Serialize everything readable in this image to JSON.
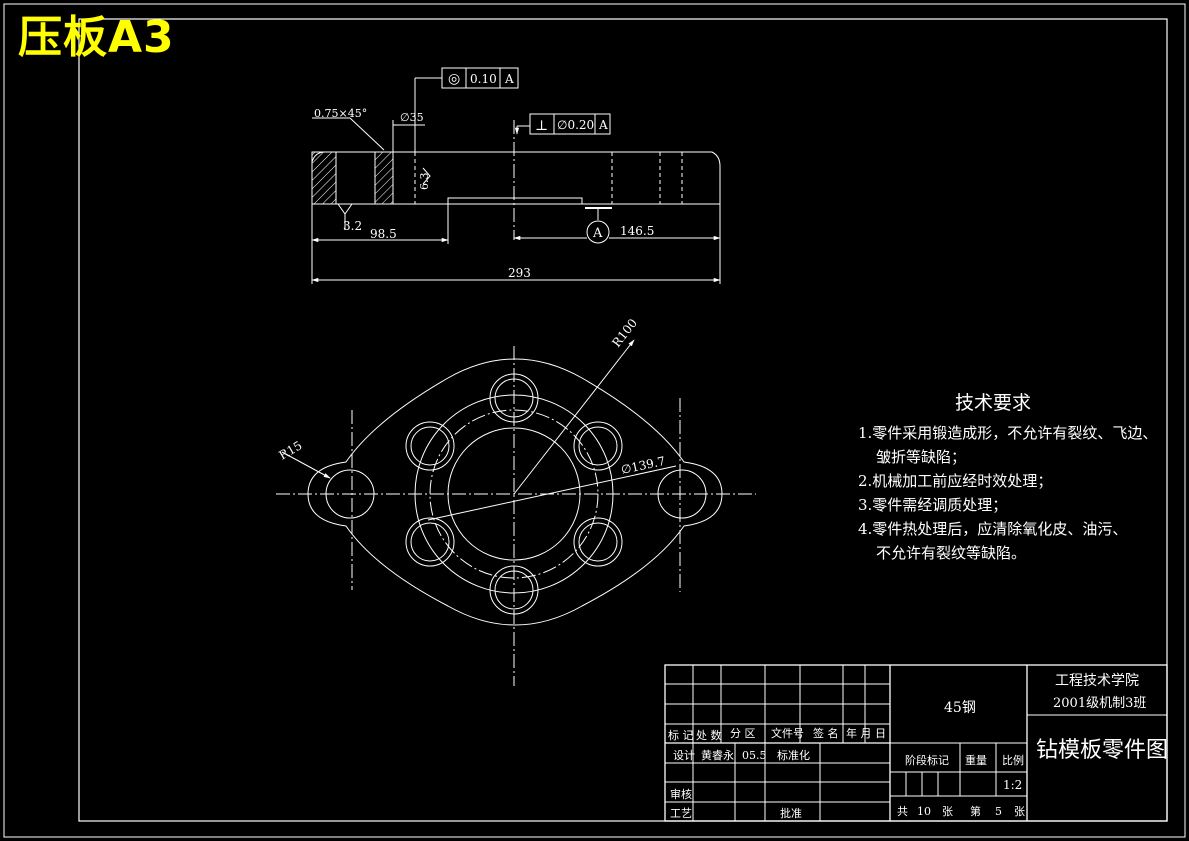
{
  "sheet": {
    "title": "压板A3"
  },
  "dimensions": {
    "chamfer": "0.75×45°",
    "bore_dia": "∅35",
    "roughness_1": "6.3",
    "roughness_2": "3.2",
    "offset_left": "98.5",
    "offset_right": "146.5",
    "overall_length": "293",
    "datum": "A",
    "radius_outer": "R100",
    "radius_lug": "R15",
    "bolt_circle": "∅139.7"
  },
  "tolerances": {
    "tol1": {
      "symbol": "◎",
      "value": "0.10",
      "datum": "A"
    },
    "tol2": {
      "symbol": "⊥",
      "value": "∅0.20",
      "datum": "A"
    }
  },
  "requirements": {
    "title": "技术要求",
    "items": [
      "1.零件采用锻造成形，不允许有裂纹、飞边、",
      "皱折等缺陷；",
      "2.机械加工前应经时效处理；",
      "3.零件需经调质处理；",
      "4.零件热处理后，应清除氧化皮、油污、",
      "不允许有裂纹等缺陷。"
    ]
  },
  "title_block": {
    "material": "45钢",
    "school": "工程技术学院",
    "class_name": "2001级机制3班",
    "drawing_name": "钻模板零件图",
    "h_mark": "标 记",
    "h_count": "处 数",
    "h_zone": "分 区",
    "h_docno": "文件号",
    "h_sign": "签 名",
    "h_date": "年 月 日",
    "design": "设计",
    "designer": "黄睿永",
    "design_date": "05.5",
    "standardize": "标准化",
    "stage_mark": "阶段标记",
    "weight": "重量",
    "scale": "比例",
    "scale_value": "1:2",
    "review": "审核",
    "process": "工艺",
    "approve": "批准",
    "total_label": "共",
    "total_sheets": "10",
    "sheets_label": "张",
    "nth_label": "第",
    "sheet_no": "5",
    "page_label": "张"
  }
}
